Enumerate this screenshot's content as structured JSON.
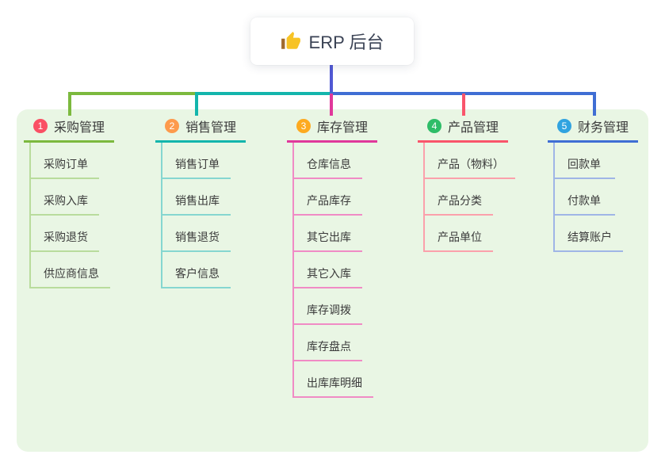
{
  "root": {
    "label": "ERP 后台",
    "icon": "thumbs-up-icon"
  },
  "colors": {
    "panel_bg": "#e9f6e4",
    "root_line": "#5058d4",
    "root_text": "#3a4254",
    "node_text": "#3b3b3b"
  },
  "branches": [
    {
      "num": "1",
      "label": "采购管理",
      "color": "#7cb93e",
      "light": "#b9dc9c",
      "badge": "#fa4f64",
      "children": [
        "采购订单",
        "采购入库",
        "采购退货",
        "供应商信息"
      ]
    },
    {
      "num": "2",
      "label": "销售管理",
      "color": "#13b5ac",
      "light": "#85d6d0",
      "badge": "#fd9a4c",
      "children": [
        "销售订单",
        "销售出库",
        "销售退货",
        "客户信息"
      ]
    },
    {
      "num": "3",
      "label": "库存管理",
      "color": "#e0389b",
      "light": "#f08bc5",
      "badge": "#fdaa1f",
      "children": [
        "仓库信息",
        "产品库存",
        "其它出库",
        "其它入库",
        "库存调拨",
        "库存盘点",
        "出库库明细"
      ]
    },
    {
      "num": "4",
      "label": "产品管理",
      "color": "#f9556b",
      "light": "#fba0ab",
      "badge": "#2ebd68",
      "children": [
        "产品（物料）",
        "产品分类",
        "产品单位"
      ]
    },
    {
      "num": "5",
      "label": "财务管理",
      "color": "#3f6ed4",
      "light": "#9fb5e6",
      "badge": "#31a3e0",
      "children": [
        "回款单",
        "付款单",
        "结算账户"
      ]
    }
  ]
}
